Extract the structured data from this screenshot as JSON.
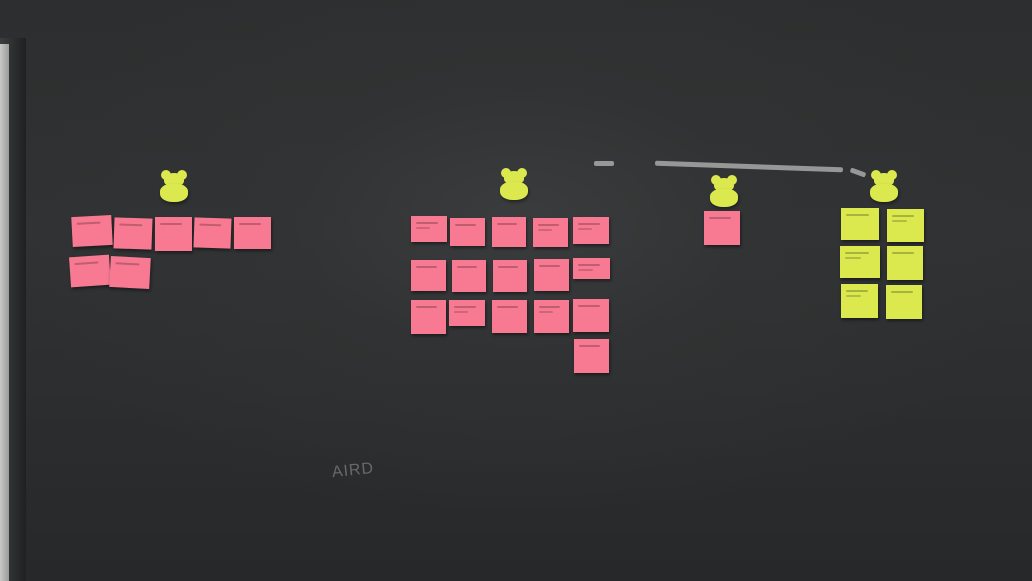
{
  "scene": "chalkboard-affinity-wall",
  "colors": {
    "board": "#2c2e2f",
    "pink_note": "#f77a92",
    "yellow_note": "#dbe84e",
    "bear_note": "#dbe84e",
    "chalk": "#b8bab8"
  },
  "chalk_writing": {
    "bottom_left": "AIRD"
  },
  "clusters": [
    {
      "name": "cluster-1",
      "header": "bear-note",
      "note_color": "pink",
      "note_count": 7
    },
    {
      "name": "cluster-2",
      "header": "bear-note",
      "note_color": "pink",
      "note_count": 16
    },
    {
      "name": "cluster-3",
      "header": "bear-note",
      "note_color": "pink",
      "note_count": 1
    },
    {
      "name": "cluster-4",
      "header": "bear-note",
      "note_color": "yellow",
      "note_count": 6
    }
  ]
}
